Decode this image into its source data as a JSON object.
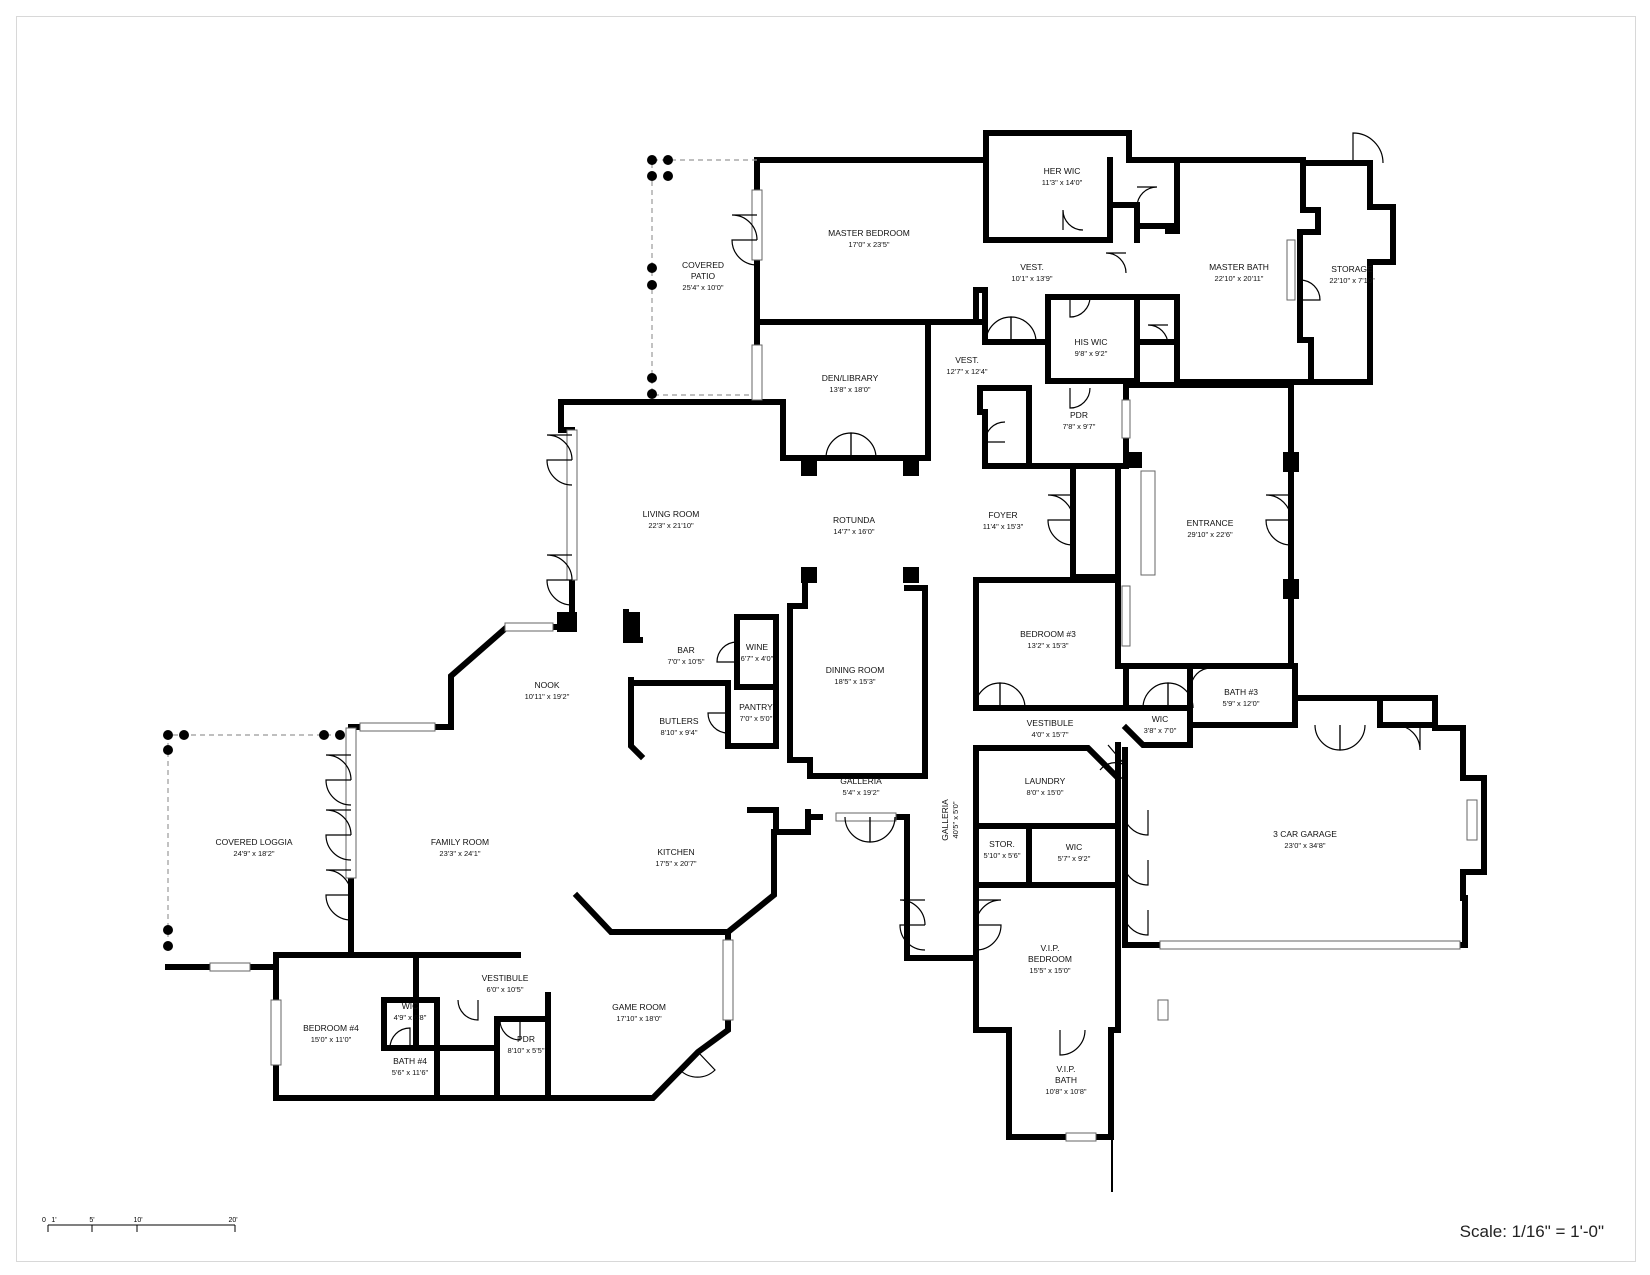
{
  "scale_text": "Scale: 1/16\" = 1'-0\"",
  "scale_bar": {
    "labels": [
      "0",
      "1'",
      "5'",
      "10'",
      "20'"
    ]
  },
  "rooms": [
    {
      "id": "her-wic",
      "name": "HER WIC",
      "dims": "11'3\" x 14'0\""
    },
    {
      "id": "master-bedroom",
      "name": "MASTER BEDROOM",
      "dims": "17'0\" x 23'5\""
    },
    {
      "id": "covered-patio",
      "name": "COVERED\nPATIO",
      "dims": "25'4\" x 10'0\""
    },
    {
      "id": "vest-1",
      "name": "VEST.",
      "dims": "10'1\" x 13'9\""
    },
    {
      "id": "master-bath",
      "name": "MASTER BATH",
      "dims": "22'10\" x 20'11\""
    },
    {
      "id": "storage",
      "name": "STORAGE",
      "dims": "22'10\" x  7'10\""
    },
    {
      "id": "his-wic",
      "name": "HIS WIC",
      "dims": "9'8\" x 9'2\""
    },
    {
      "id": "vest-2",
      "name": "VEST.",
      "dims": "12'7\" x 12'4\""
    },
    {
      "id": "den-library",
      "name": "DEN/LIBRARY",
      "dims": "13'8\" x 18'0\""
    },
    {
      "id": "pdr-1",
      "name": "PDR",
      "dims": "7'8\" x 9'7\""
    },
    {
      "id": "living-room",
      "name": "LIVING ROOM",
      "dims": "22'3\" x 21'10\""
    },
    {
      "id": "rotunda",
      "name": "ROTUNDA",
      "dims": "14'7\" x 16'0\""
    },
    {
      "id": "foyer",
      "name": "FOYER",
      "dims": "11'4\" x 15'3\""
    },
    {
      "id": "entrance",
      "name": "ENTRANCE",
      "dims": "29'10\" x 22'6\""
    },
    {
      "id": "bedroom-3",
      "name": "BEDROOM #3",
      "dims": "13'2\" x 15'3\""
    },
    {
      "id": "bar",
      "name": "BAR",
      "dims": "7'0\" x 10'5\""
    },
    {
      "id": "wine",
      "name": "WINE",
      "dims": "6'7\" x 4'0\""
    },
    {
      "id": "dining-room",
      "name": "DINING ROOM",
      "dims": "18'5\" x 15'3\""
    },
    {
      "id": "nook",
      "name": "NOOK",
      "dims": "10'11\" x 19'2\""
    },
    {
      "id": "bath-3",
      "name": "BATH #3",
      "dims": "5'9\" x 12'0\""
    },
    {
      "id": "butlers",
      "name": "BUTLERS",
      "dims": "8'10\" x 9'4\""
    },
    {
      "id": "pantry",
      "name": "PANTRY",
      "dims": "7'0\" x 5'0\""
    },
    {
      "id": "vestibule-1",
      "name": "VESTIBULE",
      "dims": "4'0\" x 15'7\""
    },
    {
      "id": "wic-1",
      "name": "WIC",
      "dims": "3'8\" x 7'0\""
    },
    {
      "id": "galleria-1",
      "name": "GALLERIA",
      "dims": "5'4\" x 19'2\""
    },
    {
      "id": "laundry",
      "name": "LAUNDRY",
      "dims": "8'0\" x 15'0\""
    },
    {
      "id": "covered-loggia",
      "name": "COVERED LOGGIA",
      "dims": "24'9\" x 18'2\""
    },
    {
      "id": "family-room",
      "name": "FAMILY ROOM",
      "dims": "23'3\" x 24'1\""
    },
    {
      "id": "kitchen",
      "name": "KITCHEN",
      "dims": "17'5\" x 20'7\""
    },
    {
      "id": "galleria-2",
      "name": "GALLERIA",
      "dims": "40'5\" x 5'0\""
    },
    {
      "id": "stor",
      "name": "STOR.",
      "dims": "5'10\" x 5'6\""
    },
    {
      "id": "wic-2",
      "name": "WIC",
      "dims": "5'7\" x 9'2\""
    },
    {
      "id": "garage",
      "name": "3 CAR GARAGE",
      "dims": "23'0\" x 34'8\""
    },
    {
      "id": "vip-bedroom",
      "name": "V.I.P.\nBEDROOM",
      "dims": "15'5\" x 15'0\""
    },
    {
      "id": "vestibule-2",
      "name": "VESTIBULE",
      "dims": "6'0\" x 10'5\""
    },
    {
      "id": "bedroom-4",
      "name": "BEDROOM #4",
      "dims": "15'0\" x 11'0\""
    },
    {
      "id": "wic-3",
      "name": "WIC",
      "dims": "4'9\" x 6'8\""
    },
    {
      "id": "game-room",
      "name": "GAME ROOM",
      "dims": "17'10\" x 18'0\""
    },
    {
      "id": "pdr-2",
      "name": "PDR",
      "dims": "8'10\" x 5'5\""
    },
    {
      "id": "bath-4",
      "name": "BATH #4",
      "dims": "5'6\" x 11'6\""
    },
    {
      "id": "vip-bath",
      "name": "V.I.P.\nBATH",
      "dims": "10'8\" x 10'8\""
    }
  ]
}
